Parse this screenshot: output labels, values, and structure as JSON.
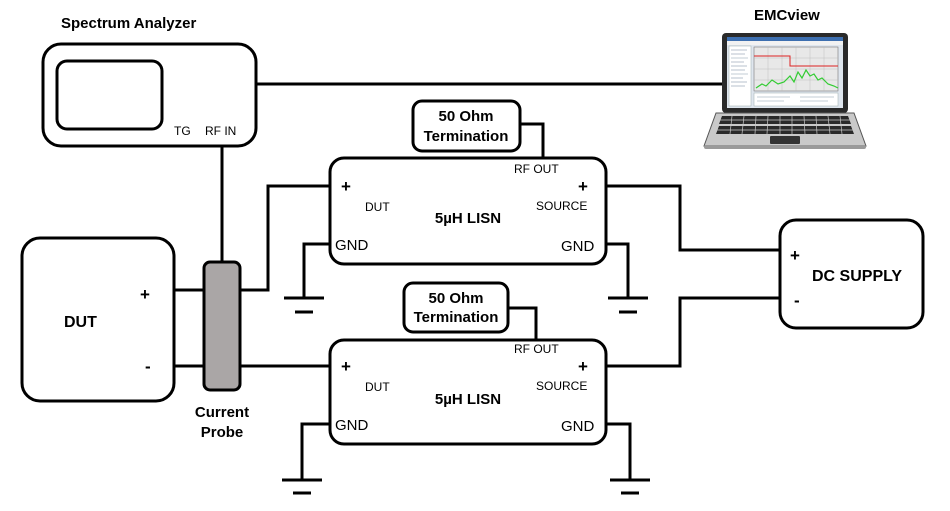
{
  "spectrum_analyzer": {
    "title": "Spectrum Analyzer",
    "tg_label": "TG",
    "rf_in_label": "RF IN"
  },
  "emcview": {
    "title": "EMCview"
  },
  "dut": {
    "label": "DUT",
    "plus": "+",
    "minus": "-"
  },
  "current_probe": {
    "line1": "Current",
    "line2": "Probe"
  },
  "lisn_top": {
    "title": "5µH LISN",
    "plus_left": "+",
    "plus_right": "+",
    "dut_label": "DUT",
    "source_label": "SOURCE",
    "gnd_left": "GND",
    "gnd_right": "GND",
    "rf_out_label": "RF OUT"
  },
  "lisn_bottom": {
    "title": "5µH LISN",
    "plus_left": "+",
    "plus_right": "+",
    "dut_label": "DUT",
    "source_label": "SOURCE",
    "gnd_left": "GND",
    "gnd_right": "GND",
    "rf_out_label": "RF OUT"
  },
  "termination_top": {
    "line1": "50 Ohm",
    "line2": "Termination"
  },
  "termination_bottom": {
    "line1": "50 Ohm",
    "line2": "Termination"
  },
  "dc_supply": {
    "label": "DC SUPPLY",
    "plus": "+",
    "minus": "-"
  },
  "colors": {
    "line": "#000000",
    "probe_fill": "#aaa6a6",
    "laptop_body": "#c9c9c9",
    "screen_bg": "#dfe6ee",
    "trace_green": "#33cc33",
    "trace_red": "#dd2222"
  }
}
